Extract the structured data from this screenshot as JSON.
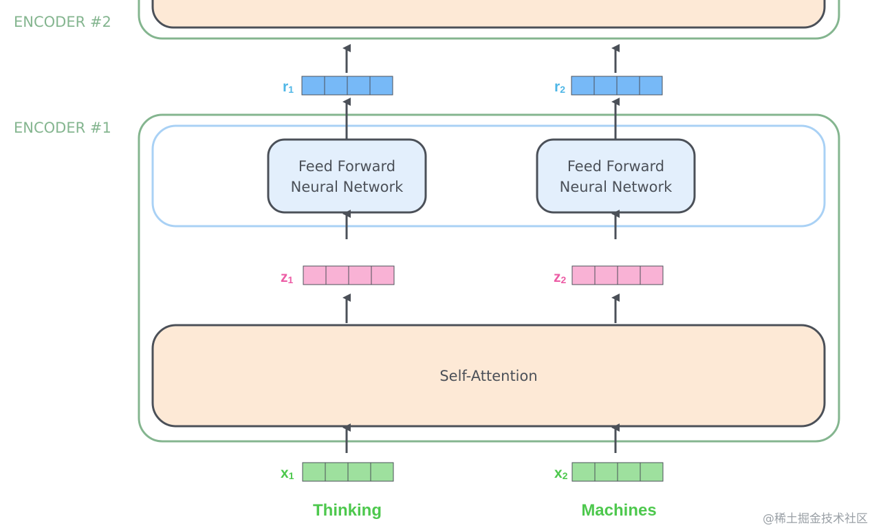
{
  "encoders": {
    "encoder2_label": "ENCODER #2",
    "encoder1_label": "ENCODER #1"
  },
  "self_attention": {
    "label": "Self-Attention"
  },
  "ffnn": {
    "label_line1": "Feed Forward",
    "label_line2": "Neural Network"
  },
  "vectors": {
    "r1": {
      "letter": "r",
      "sub": "1"
    },
    "r2": {
      "letter": "r",
      "sub": "2"
    },
    "z1": {
      "letter": "z",
      "sub": "1"
    },
    "z2": {
      "letter": "z",
      "sub": "2"
    },
    "x1": {
      "letter": "x",
      "sub": "1"
    },
    "x2": {
      "letter": "x",
      "sub": "2"
    }
  },
  "inputs": {
    "word1": "Thinking",
    "word2": "Machines"
  },
  "watermark": "@稀土掘金技术社区",
  "colors": {
    "encoder_border": "#84b58f",
    "ffnn_layer_border": "#a9d1f5",
    "ffnn_box_fill": "#e3effc",
    "attention_fill": "#fde9d6",
    "box_border": "#4b5058",
    "arrow": "#4b5058",
    "r_cells": "#77b9f7",
    "r_label": "#4eb6e6",
    "z_cells": "#f9b2d5",
    "z_label": "#ec5ca5",
    "x_cells": "#9ee09e",
    "x_label": "#4dc84d"
  }
}
